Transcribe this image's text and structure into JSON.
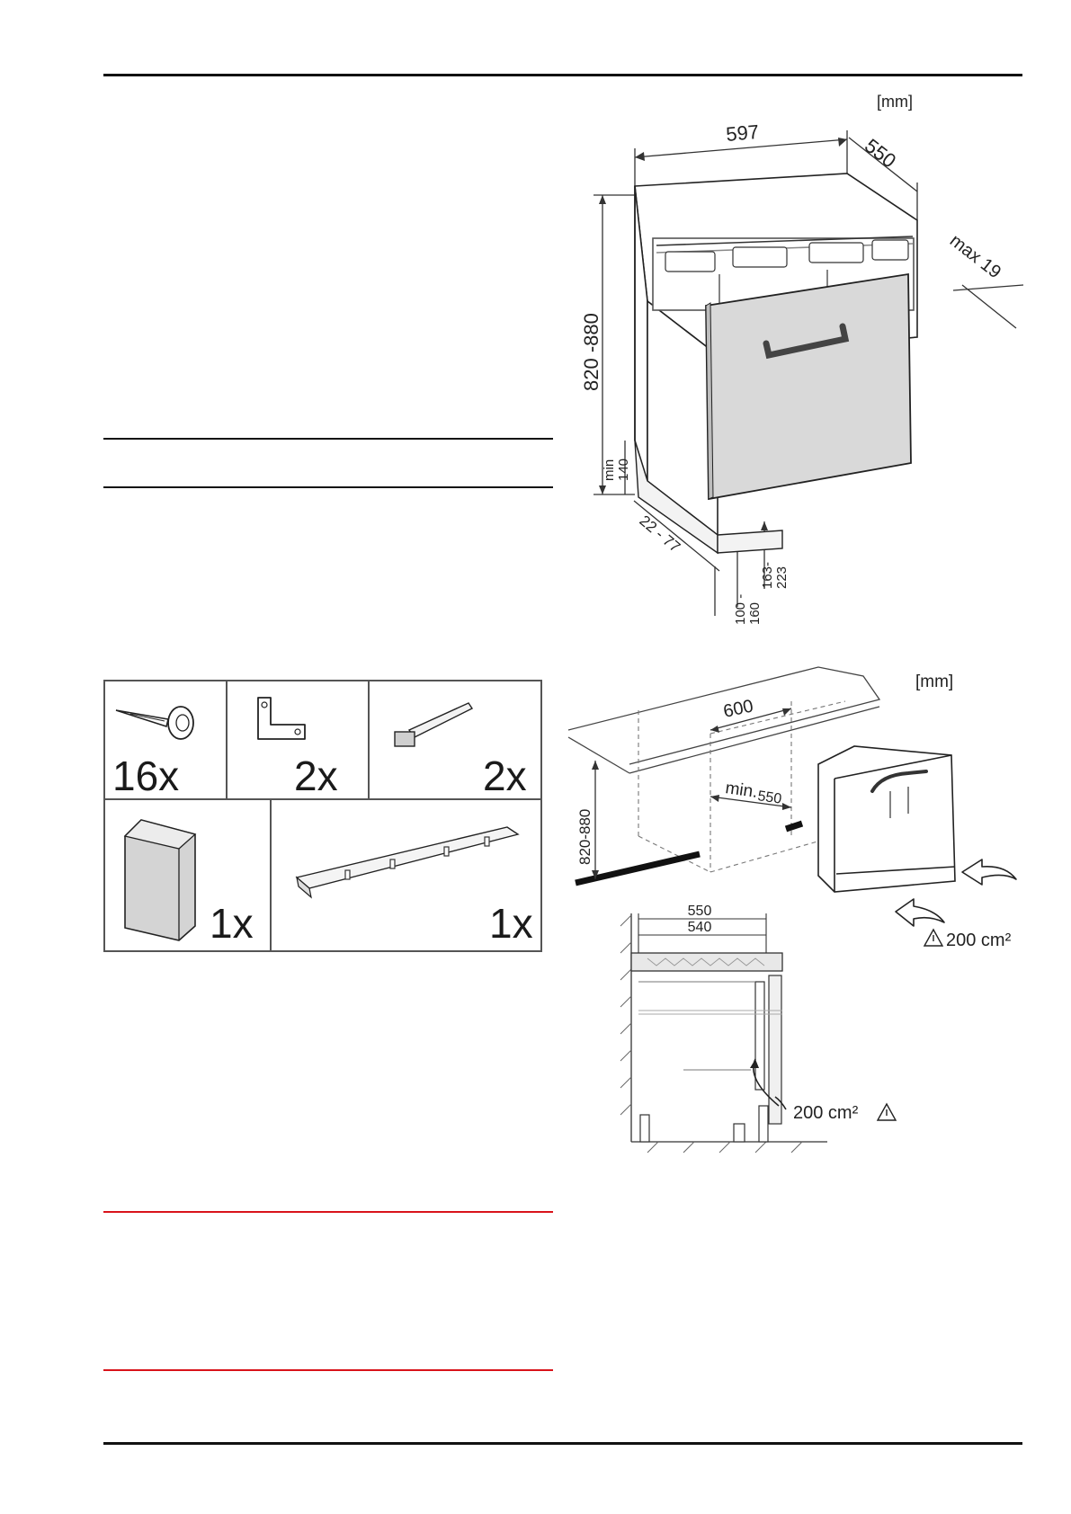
{
  "figure_top": {
    "unit": "[mm]",
    "width": "597",
    "depth": "550",
    "height": "820 -880",
    "panel_thickness": "max 19",
    "plinth_min": "min",
    "plinth_min_value": "140",
    "plinth_depth": "22 - 77",
    "toe_a_1": "100 -",
    "toe_a_2": "160",
    "toe_b_1": "163-",
    "toe_b_2": "223"
  },
  "parts": [
    {
      "qty": "16x",
      "icon": "screw-icon"
    },
    {
      "qty": "2x",
      "icon": "angle-bracket-icon"
    },
    {
      "qty": "2x",
      "icon": "clip-icon"
    },
    {
      "qty": "1x",
      "icon": "box-icon"
    },
    {
      "qty": "1x",
      "icon": "trim-strip-icon"
    }
  ],
  "figure_bottom": {
    "unit": "[mm]",
    "niche_width": "600",
    "niche_depth_prefix": "min.",
    "niche_depth_value": "550",
    "niche_height": "820-880",
    "vent_top": "200 cm²",
    "section_depth_outer": "550",
    "section_depth_inner": "540",
    "vent_bottom": "200 cm²"
  },
  "colors": {
    "rule": "#111111",
    "warning_rule": "#d9131b",
    "panel_fill": "#d9d9d9"
  }
}
